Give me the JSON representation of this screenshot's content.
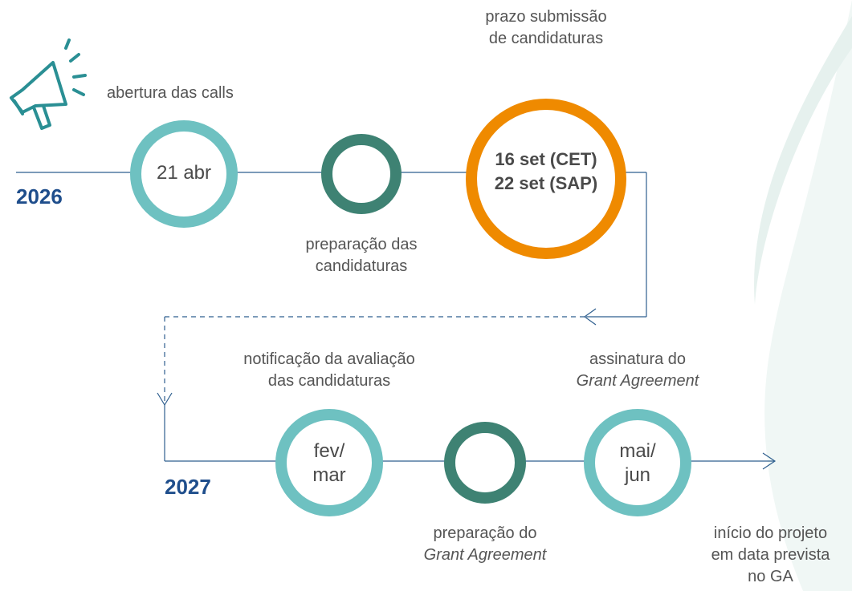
{
  "colors": {
    "line": "#2f5f8f",
    "teal_light": "#6ec1c1",
    "teal_dark": "#3e8273",
    "orange": "#ef8a00",
    "year": "#1f4e8c",
    "background_leaf": "#eef6f4"
  },
  "icons": {
    "announcement": "megaphone-icon"
  },
  "years": {
    "first": "2026",
    "second": "2027"
  },
  "row1": {
    "calls_opening": {
      "label": "abertura das calls",
      "date": "21 abr"
    },
    "preparation": {
      "label_line1": "preparação das",
      "label_line2": "candidaturas"
    },
    "deadline": {
      "label_line1": "prazo submissão",
      "label_line2": "de candidaturas",
      "date_line1": "16 set (CET)",
      "date_line2": "22 set (SAP)"
    }
  },
  "row2": {
    "evaluation": {
      "label_line1": "notificação da avaliação",
      "label_line2": "das candidaturas",
      "date_line1": "fev/",
      "date_line2": "mar"
    },
    "ga_preparation": {
      "label_line1": "preparação do",
      "label_line2": "Grant Agreement"
    },
    "ga_signature": {
      "label_line1": "assinatura do",
      "label_line2": "Grant Agreement",
      "date_line1": "mai/",
      "date_line2": "jun"
    },
    "project_start": {
      "label_line1": "início do projeto",
      "label_line2": "em data prevista",
      "label_line3": "no GA"
    }
  }
}
